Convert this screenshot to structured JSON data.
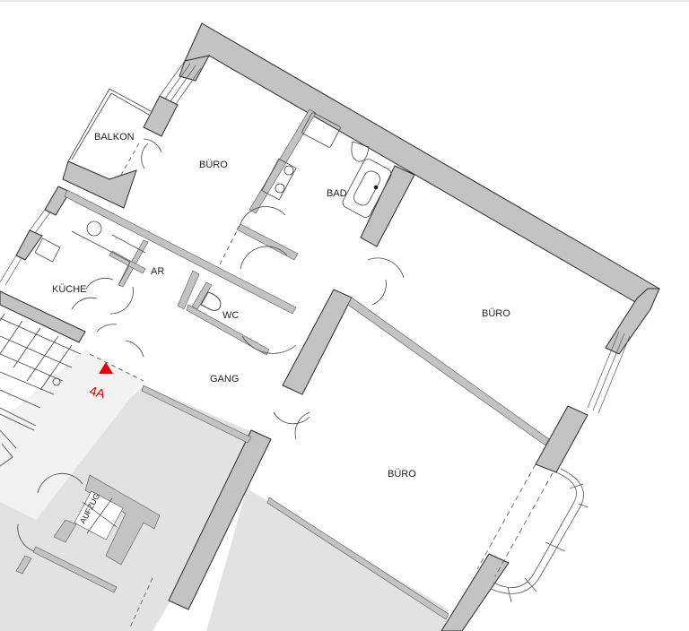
{
  "plan": {
    "colors": {
      "wall_fill": "#c3c3c3",
      "wall_stroke": "#2a2a2a",
      "common_area": "#e2e2e2",
      "stair_hall": "#f2f2f2",
      "marker": "#e00000",
      "line": "#444444"
    },
    "rooms": [
      {
        "id": "balkon",
        "label": "BALKON"
      },
      {
        "id": "buero_1",
        "label": "BÜRO"
      },
      {
        "id": "bad",
        "label": "BAD"
      },
      {
        "id": "kueche",
        "label": "KÜCHE"
      },
      {
        "id": "ar",
        "label": "AR"
      },
      {
        "id": "wc",
        "label": "WC"
      },
      {
        "id": "buero_2",
        "label": "BÜRO"
      },
      {
        "id": "gang",
        "label": "GANG"
      },
      {
        "id": "buero_3",
        "label": "BÜRO"
      },
      {
        "id": "aufzug",
        "label": "AUFZUG"
      }
    ],
    "entrance_marker": {
      "label": "4A",
      "icon": "triangle-up-icon"
    }
  }
}
